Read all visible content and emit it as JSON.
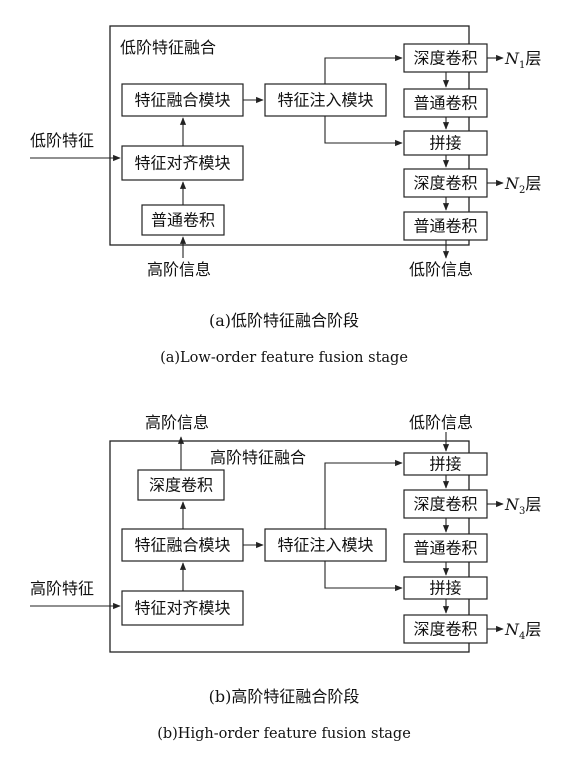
{
  "top": {
    "frame_title": "低阶特征融合",
    "input_left": "低阶特征",
    "input_bottom": "高阶信息",
    "output_bottom": "低阶信息",
    "boxes": {
      "fusion": "特征融合模块",
      "align": "特征对齐模块",
      "conv": "普通卷积",
      "inject": "特征注入模块",
      "dw1": "深度卷积",
      "conv1": "普通卷积",
      "concat": "拼接",
      "dw2": "深度卷积",
      "conv2": "普通卷积"
    },
    "outputs": [
      {
        "letter": "N",
        "sub": "1",
        "suffix": "层"
      },
      {
        "letter": "N",
        "sub": "2",
        "suffix": "层"
      }
    ],
    "caption_cn": "(a)低阶特征融合阶段",
    "caption_en": "(a)Low-order feature fusion stage"
  },
  "bottom": {
    "frame_title": "高阶特征融合",
    "input_left": "高阶特征",
    "output_top": "高阶信息",
    "input_top": "低阶信息",
    "boxes": {
      "dw": "深度卷积",
      "fusion": "特征融合模块",
      "align": "特征对齐模块",
      "inject": "特征注入模块",
      "concat1": "拼接",
      "dw1": "深度卷积",
      "conv1": "普通卷积",
      "concat2": "拼接",
      "dw2": "深度卷积"
    },
    "outputs": [
      {
        "letter": "N",
        "sub": "3",
        "suffix": "层"
      },
      {
        "letter": "N",
        "sub": "4",
        "suffix": "层"
      }
    ],
    "caption_cn": "(b)高阶特征融合阶段",
    "caption_en": "(b)High-order feature fusion stage"
  }
}
